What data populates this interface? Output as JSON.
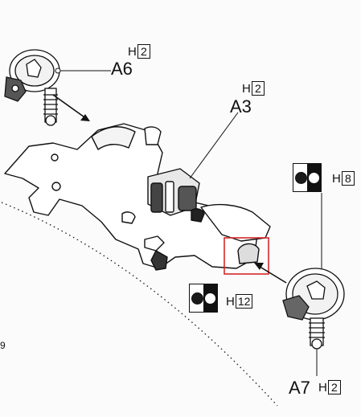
{
  "parts": {
    "a6": {
      "label": "A6",
      "h_prefix": "H",
      "h_num": "2"
    },
    "a3": {
      "label": "A3",
      "h_prefix": "H",
      "h_num": "2"
    },
    "a7": {
      "label": "A7",
      "h_prefix": "H",
      "h_num": "2"
    }
  },
  "paint_codes": {
    "top": {
      "h_prefix": "H",
      "h_num": "8"
    },
    "left": {
      "h_prefix": "H",
      "h_num": "12"
    }
  },
  "edge_fragment": "9",
  "colors": {
    "highlight": "#d62828",
    "ink": "#111111",
    "paper": "#fbfbfb"
  }
}
